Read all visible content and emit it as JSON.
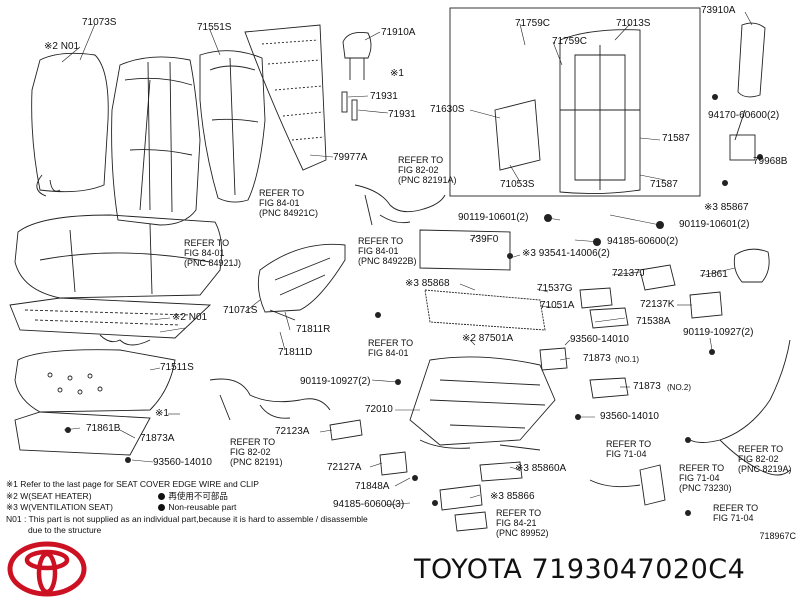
{
  "labels": [
    {
      "id": "71073S",
      "text": "71073S"
    },
    {
      "id": "N01a",
      "text": "※2 N01"
    },
    {
      "id": "71551S",
      "text": "71551S"
    },
    {
      "id": "71910A",
      "text": "71910A"
    },
    {
      "id": "star1a",
      "text": "※1"
    },
    {
      "id": "71931a",
      "text": "71931"
    },
    {
      "id": "71931b",
      "text": "71931"
    },
    {
      "id": "79977A",
      "text": "79977A"
    },
    {
      "id": "71759Ca",
      "text": "71759C"
    },
    {
      "id": "71759Cb",
      "text": "71759C"
    },
    {
      "id": "71013S",
      "text": "71013S"
    },
    {
      "id": "73910A",
      "text": "73910A"
    },
    {
      "id": "71630S",
      "text": "71630S"
    },
    {
      "id": "71587a",
      "text": "71587"
    },
    {
      "id": "71587b",
      "text": "71587"
    },
    {
      "id": "71053S",
      "text": "71053S"
    },
    {
      "id": "94170",
      "text": "94170-60600(2)"
    },
    {
      "id": "79968B",
      "text": "79968B"
    },
    {
      "id": "85867",
      "text": "※3 85867"
    },
    {
      "id": "90119a",
      "text": "90119-10601(2)"
    },
    {
      "id": "90119b",
      "text": "90119-10601(2)"
    },
    {
      "id": "739F0",
      "text": "739F0"
    },
    {
      "id": "94185a",
      "text": "94185-60600(2)"
    },
    {
      "id": "93541",
      "text": "※3 93541-14006(2)"
    },
    {
      "id": "72137J",
      "text": "72137J"
    },
    {
      "id": "71861a",
      "text": "71861"
    },
    {
      "id": "85868",
      "text": "※3 85868"
    },
    {
      "id": "71537G",
      "text": "71537G"
    },
    {
      "id": "71051A",
      "text": "71051A"
    },
    {
      "id": "72137K",
      "text": "72137K"
    },
    {
      "id": "71538A",
      "text": "71538A"
    },
    {
      "id": "71071S",
      "text": "71071S"
    },
    {
      "id": "N01b",
      "text": "※2 N01"
    },
    {
      "id": "71811R",
      "text": "71811R"
    },
    {
      "id": "71811D",
      "text": "71811D"
    },
    {
      "id": "87501A",
      "text": "※2 87501A"
    },
    {
      "id": "93560a",
      "text": "93560-14010"
    },
    {
      "id": "90119c",
      "text": "90119-10927(2)"
    },
    {
      "id": "71511S",
      "text": "71511S"
    },
    {
      "id": "90119d",
      "text": "90119-10927(2)"
    },
    {
      "id": "71873a",
      "text": "71873"
    },
    {
      "id": "no1",
      "text": "(NO.1)"
    },
    {
      "id": "71873b",
      "text": "71873"
    },
    {
      "id": "no2",
      "text": "(NO.2)"
    },
    {
      "id": "72010",
      "text": "72010"
    },
    {
      "id": "93560b",
      "text": "93560-14010"
    },
    {
      "id": "star1b",
      "text": "※1"
    },
    {
      "id": "71861B",
      "text": "71861B"
    },
    {
      "id": "71873A",
      "text": "71873A"
    },
    {
      "id": "72123A",
      "text": "72123A"
    },
    {
      "id": "93560c",
      "text": "93560-14010"
    },
    {
      "id": "72127A",
      "text": "72127A"
    },
    {
      "id": "71848A",
      "text": "71848A"
    },
    {
      "id": "85860A",
      "text": "※3 85860A"
    },
    {
      "id": "85866",
      "text": "※3 85866"
    },
    {
      "id": "94185b",
      "text": "94185-60600(3)"
    }
  ],
  "refs": [
    {
      "id": "ref1",
      "text": "REFER TO\nFIG 82-02\n(PNC 82191A)"
    },
    {
      "id": "ref2",
      "text": "REFER TO\nFIG 84-01\n(PNC 84921C)"
    },
    {
      "id": "ref3",
      "text": "REFER TO\nFIG 84-01\n(PNC 84921J)"
    },
    {
      "id": "ref4",
      "text": "REFER TO\nFIG 84-01\n(PNC 84922B)"
    },
    {
      "id": "ref5",
      "text": "REFER TO\nFIG 84-01"
    },
    {
      "id": "ref6",
      "text": "REFER TO\nFIG 82-02\n(PNC 82191)"
    },
    {
      "id": "ref7",
      "text": "REFER TO\nFIG 71-04"
    },
    {
      "id": "ref8",
      "text": "REFER TO\nFIG 71-04\n(PNC 73230)"
    },
    {
      "id": "ref9",
      "text": "REFER TO\nFIG 82-02\n(PNC 8219A)"
    },
    {
      "id": "ref10",
      "text": "REFER TO\nFIG 84-21\n(PNC 89952)"
    },
    {
      "id": "ref11",
      "text": "REFER TO\nFIG 71-04"
    }
  ],
  "notes": {
    "n1": "※1  Refer to the last page for SEAT COVER EDGE WIRE and CLIP",
    "n2a": "※2 W(SEAT HEATER)",
    "n2b": "再使用不可部品",
    "n3a": "※3 W(VENTILATION SEAT)",
    "n3b": "Non-reusable part",
    "n4": "N01 : This part is not supplied as an individual part,because it is hard to assemble / disassemble",
    "n5": "due to the structure"
  },
  "figure_code": "718967C",
  "brand_text": "TOYOTA 7193047020C4"
}
